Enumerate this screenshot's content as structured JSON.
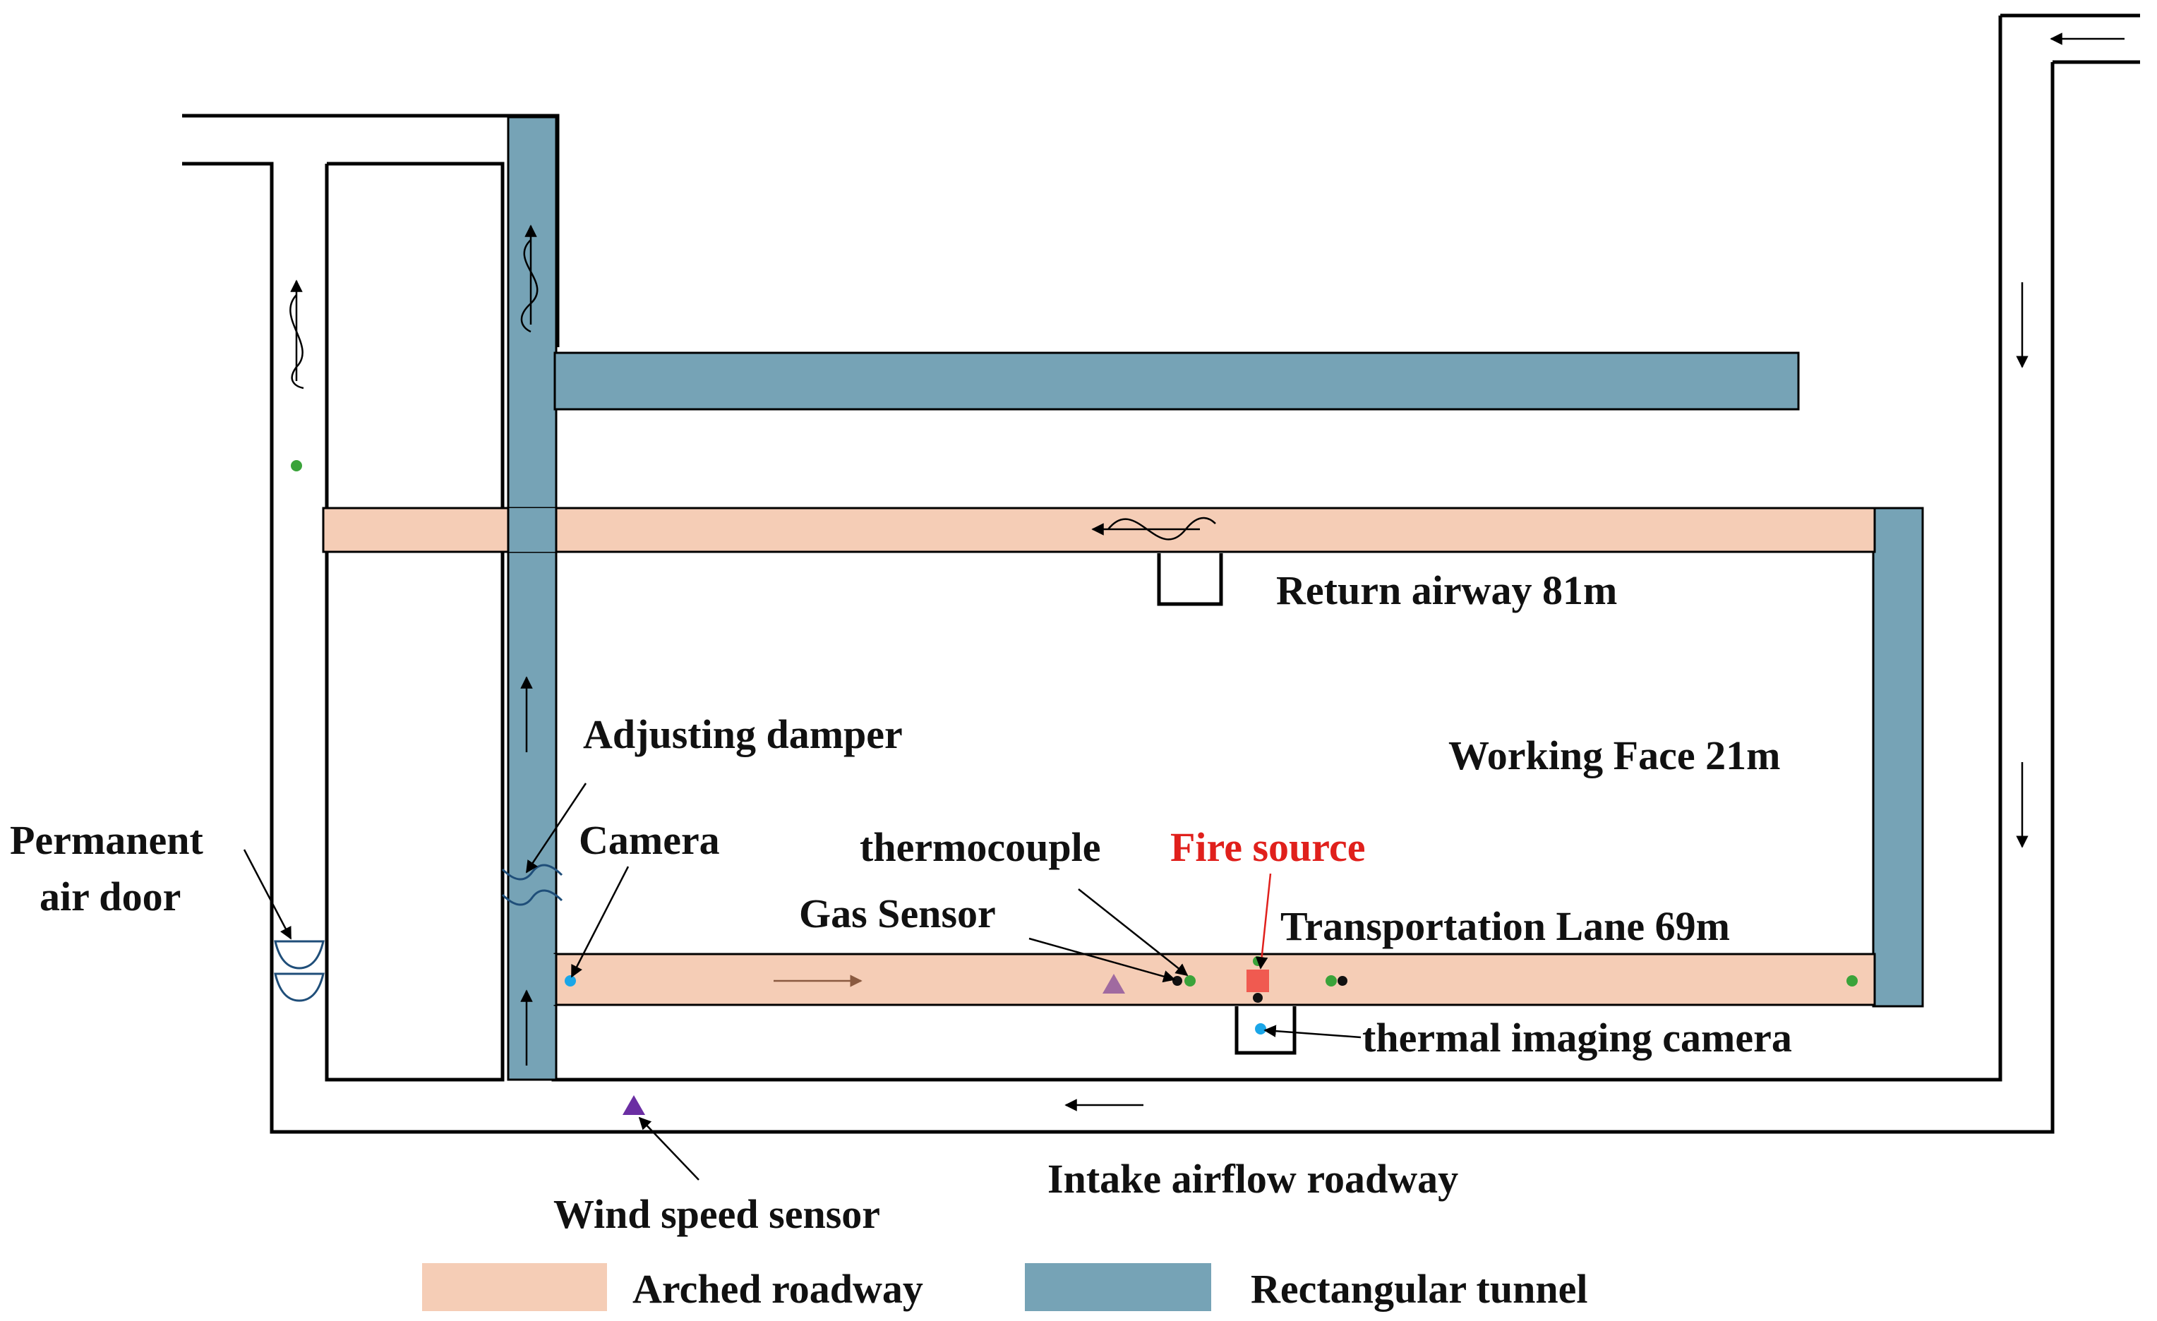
{
  "labels": {
    "return_airway": "Return airway 81m",
    "adjusting_damper": "Adjusting damper",
    "working_face": "Working Face 21m",
    "permanent_air_door_line1": "Permanent",
    "permanent_air_door_line2": "air door",
    "camera": "Camera",
    "thermocouple": "thermocouple",
    "fire_source": "Fire source",
    "gas_sensor": "Gas Sensor",
    "transportation_lane": "Transportation Lane 69m",
    "thermal_imaging_camera": "thermal imaging camera",
    "wind_speed_sensor": "Wind speed sensor",
    "intake_airflow_roadway": "Intake airflow roadway"
  },
  "legend": {
    "arched_roadway": "Arched roadway",
    "rectangular_tunnel": "Rectangular tunnel"
  },
  "colors": {
    "arched_roadway": "#f5cdb6",
    "rectangular_tunnel": "#76a3b6",
    "fire_source": "#f05a50",
    "fire_label": "#e0201c",
    "gas_sensor": "#3aa33a",
    "thermocouple": "#111111",
    "camera": "#1aa6e8",
    "wind_speed_sensor_triangle": "#6b2ea3",
    "marker_triangle_lane": "#a06aa0"
  }
}
